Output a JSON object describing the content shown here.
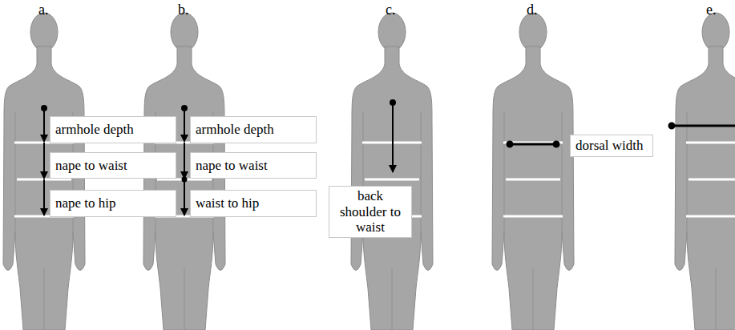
{
  "diagram": {
    "nodes": [
      {
        "text": [
          "armhole depth"
        ]
      },
      {
        "text": [
          "nape to waist"
        ]
      },
      {
        "text": [
          "nape to hip"
        ]
      },
      {
        "text": [
          "armhole depth"
        ]
      },
      {
        "text": [
          "nape to waist"
        ]
      },
      {
        "text": [
          "waist to hip"
        ]
      },
      {
        "text": [
          "back shoulder to waist"
        ]
      },
      {
        "text": [
          "dorsal width"
        ]
      }
    ],
    "labels": [
      "a.",
      "b.",
      "c.",
      "d.",
      "e."
    ]
  }
}
